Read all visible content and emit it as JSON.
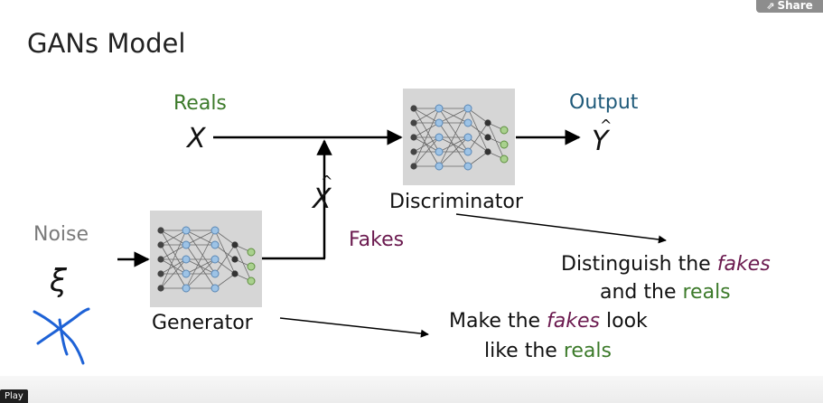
{
  "slide": {
    "title": "GANs Model",
    "labels": {
      "reals": "Reals",
      "x": "X",
      "x_hat": "X",
      "fakes": "Fakes",
      "output": "Output",
      "y_hat": "Y",
      "noise": "Noise",
      "xi": "ξ",
      "discriminator": "Discriminator",
      "generator": "Generator"
    },
    "notes": {
      "discriminator_part1": "Distinguish the ",
      "discriminator_em": "fakes",
      "discriminator_line2a": "and the ",
      "discriminator_line2b": "reals",
      "generator_part1": "Make the ",
      "generator_em": "fakes",
      "generator_part2": " look",
      "generator_line2a": "like the ",
      "generator_line2b": "reals"
    }
  },
  "controls": {
    "share_label": "Share",
    "play_label": "Play"
  },
  "colors": {
    "reals": "#3c7a2a",
    "fakes": "#6b1a4f",
    "output": "#1f5a7a",
    "noise": "#7a7a7a",
    "annotation_blue": "#1e62d6"
  }
}
